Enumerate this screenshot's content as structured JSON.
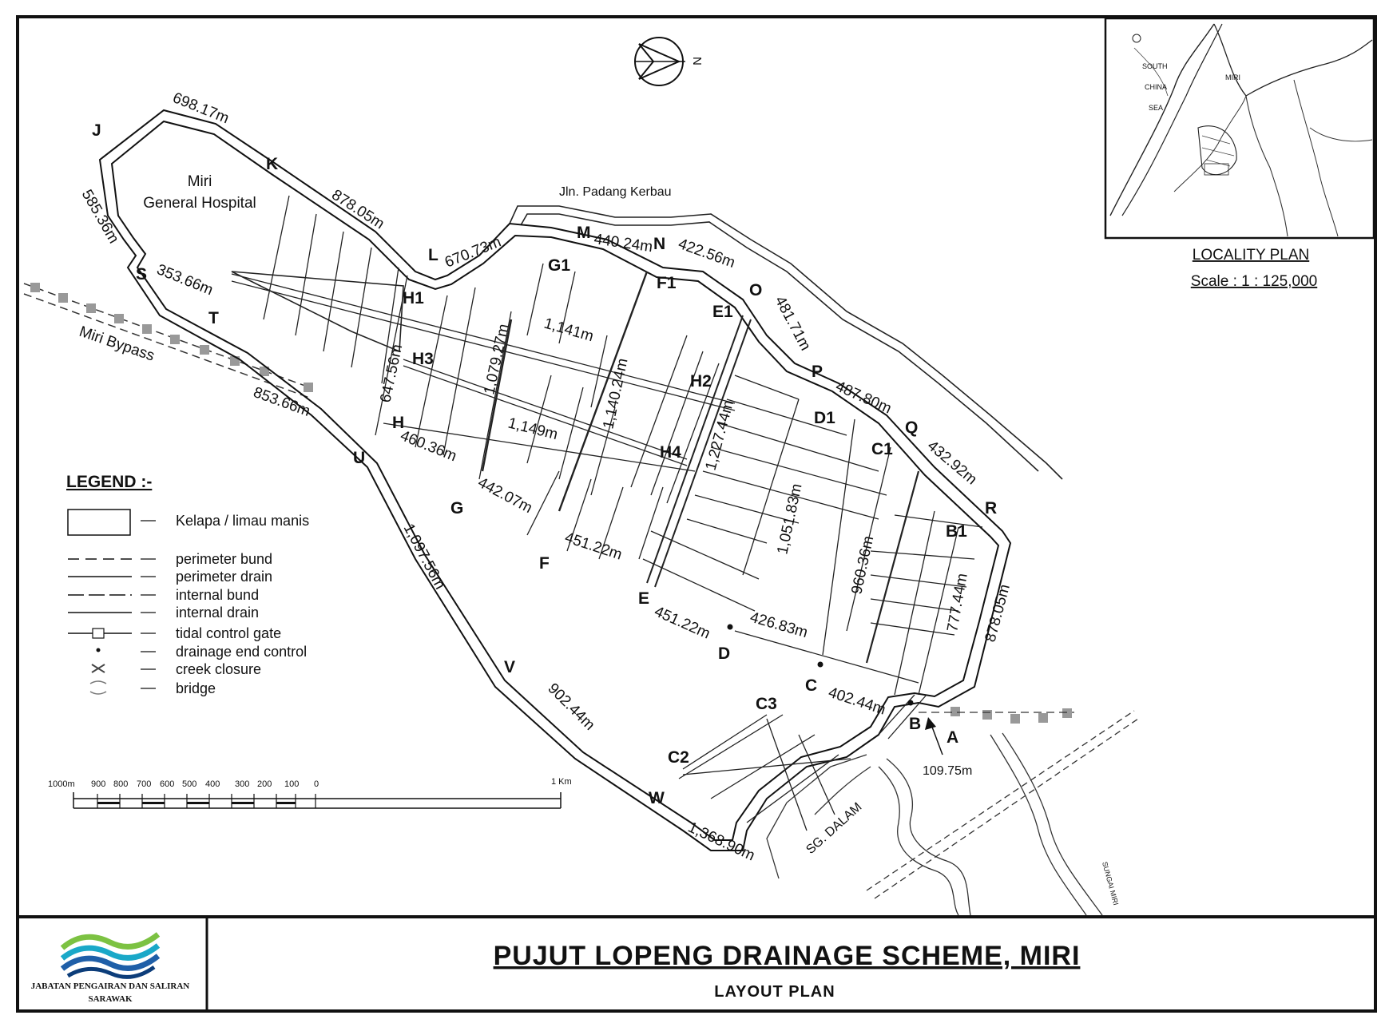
{
  "title_block": {
    "title": "PUJUT LOPENG DRAINAGE SCHEME, MIRI",
    "subtitle": "LAYOUT PLAN",
    "org_line1": "JABATAN PENGAIRAN DAN SALIRAN",
    "org_line2": "SARAWAK"
  },
  "locality": {
    "title": "LOCALITY PLAN",
    "scale": "Scale : 1 : 125,000",
    "labels": [
      "SOUTH",
      "CHINA",
      "SEA",
      "MIRI"
    ]
  },
  "north_label": "N",
  "features": {
    "hospital_line1": "Miri",
    "hospital_line2": "General Hospital",
    "road_top": "Jln. Padang Kerbau",
    "bypass": "Miri Bypass",
    "river_dalam": "SG. DALAM",
    "river_miri": "SUNGAI MIRI"
  },
  "points": {
    "J": "J",
    "K": "K",
    "L": "L",
    "M": "M",
    "N": "N",
    "O": "O",
    "P": "P",
    "Q": "Q",
    "R": "R",
    "S": "S",
    "T": "T",
    "U": "U",
    "V": "V",
    "W": "W",
    "A": "A",
    "B": "B",
    "C": "C",
    "D": "D",
    "E": "E",
    "F": "F",
    "G": "G",
    "H": "H",
    "H1": "H1",
    "H2": "H2",
    "H3": "H3",
    "H4": "H4",
    "G1": "G1",
    "F1": "F1",
    "E1": "E1",
    "D1": "D1",
    "C1": "C1",
    "B1": "B1",
    "C2": "C2",
    "C3": "C3"
  },
  "dimensions": {
    "d698": "698.17m",
    "d878a": "878.05m",
    "d670": "670.73m",
    "d440": "440.24m",
    "d422": "422.56m",
    "d481": "481.71m",
    "d487": "487.80m",
    "d432": "432.92m",
    "d878b": "878.05m",
    "d777": "777.44m",
    "d960": "960.36m",
    "d1051": "1,051.83m",
    "d1227": "1,227.44m",
    "d1141": "1,141m",
    "d1079": "1,079.27m",
    "d1140": "1,140.24m",
    "d1149": "1,149m",
    "d647": "647.56m",
    "d585": "585.36m",
    "d353": "353.66m",
    "d853": "853.66m",
    "d460": "460.36m",
    "d442": "442.07m",
    "d451a": "451.22m",
    "d451b": "451.22m",
    "d426": "426.83m",
    "d402": "402.44m",
    "d109": "109.75m",
    "d1097": "1,097.56m",
    "d902": "902.44m",
    "d1368": "1,368.90m"
  },
  "legend": {
    "title": "LEGEND :-",
    "items": [
      "Kelapa / limau manis",
      "perimeter bund",
      "perimeter drain",
      "internal bund",
      "internal drain",
      "tidal control gate",
      "drainage end control",
      "creek closure",
      "bridge"
    ]
  },
  "scale_bar": {
    "ticks": [
      "1000m",
      "900",
      "800",
      "700",
      "600",
      "500",
      "400",
      "300",
      "200",
      "100",
      "0",
      "1 Km"
    ]
  }
}
